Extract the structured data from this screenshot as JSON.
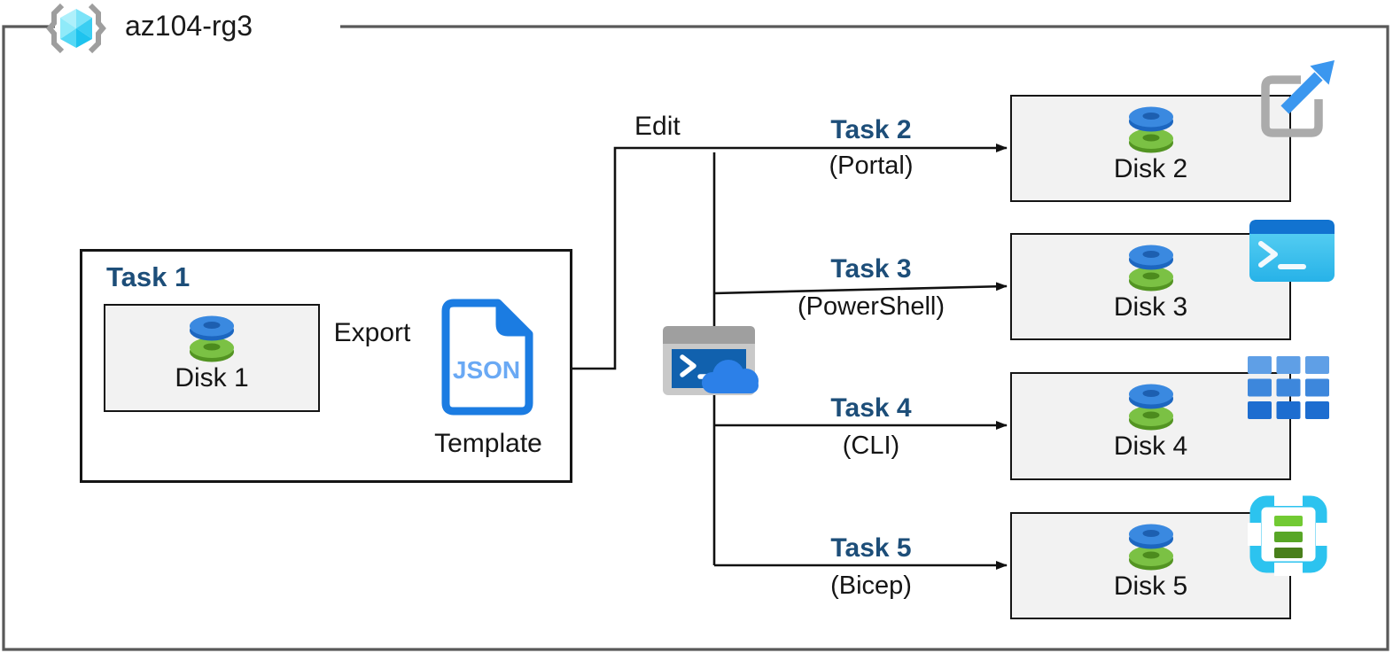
{
  "header": {
    "resource_group_name": "az104-rg3"
  },
  "task1": {
    "title": "Task 1",
    "disk_label": "Disk 1"
  },
  "flow": {
    "export_label": "Export",
    "edit_label": "Edit",
    "template_file_type": "JSON",
    "template_label": "Template"
  },
  "tasks": [
    {
      "title": "Task 2",
      "method": "(Portal)",
      "disk_label": "Disk 2",
      "icon": "portal-launch-icon"
    },
    {
      "title": "Task 3",
      "method": "(PowerShell)",
      "disk_label": "Disk 3",
      "icon": "powershell-terminal-icon"
    },
    {
      "title": "Task 4",
      "method": "(CLI)",
      "disk_label": "Disk 4",
      "icon": "cli-grid-icon"
    },
    {
      "title": "Task 5",
      "method": "(Bicep)",
      "disk_label": "Disk 5",
      "icon": "arm-template-icon"
    }
  ],
  "colors": {
    "task_heading_navy": "#1d4e79",
    "connector_black": "#111111",
    "resource_group_border_gray": "#595959",
    "disk_box_fill": "#f2f2f2",
    "disk_blue": "#3a89e0",
    "disk_green": "#7bc144",
    "json_doc_blue": "#1b7ce2",
    "json_text_blue": "#6aa9f4",
    "cloud_blue": "#2c80e8",
    "cyan_accent": "#2cc3ef"
  }
}
